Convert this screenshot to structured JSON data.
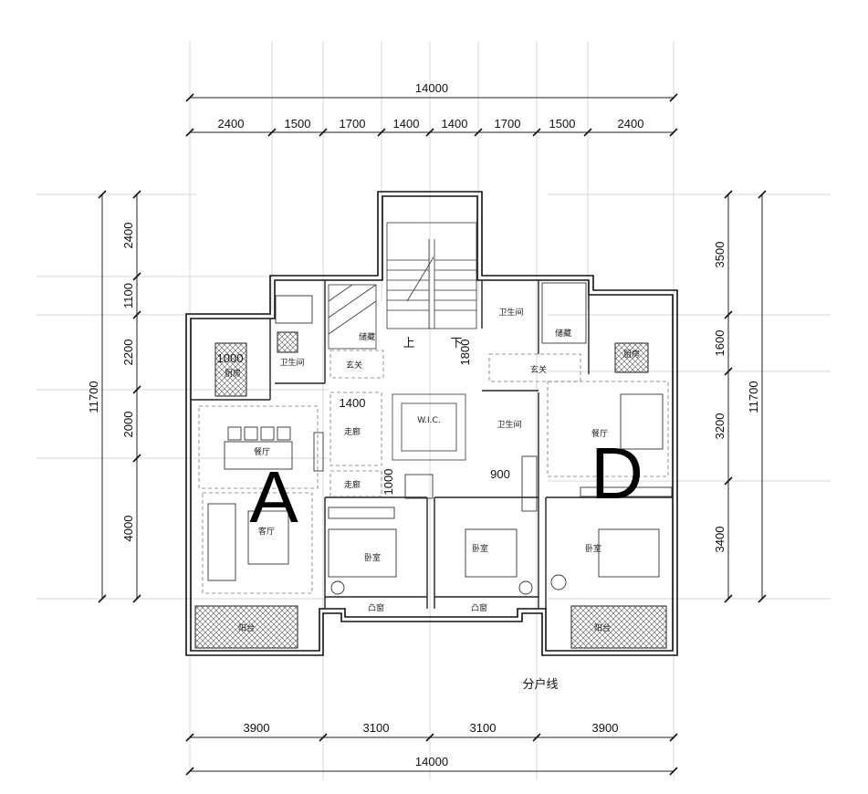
{
  "dimensions": {
    "top_total": "14000",
    "top_segments": [
      "2400",
      "1500",
      "1700",
      "1400",
      "1400",
      "1700",
      "1500",
      "2400"
    ],
    "bottom_segments": [
      "3900",
      "3100",
      "3100",
      "3900"
    ],
    "bottom_total": "14000",
    "left_total": "11700",
    "left_segments": [
      "2400",
      "1100",
      "2200",
      "2000",
      "4000"
    ],
    "right_total": "11700",
    "right_segments": [
      "3500",
      "1600",
      "3200",
      "3400"
    ]
  },
  "inner_dims": {
    "a_kitchen": "1000",
    "a_corridor": "1400",
    "a_hall": "1000",
    "d_stair": "1800",
    "d_bath": "900"
  },
  "unit_labels": {
    "a": "A",
    "d": "D"
  },
  "rooms": {
    "kitchen_a": "厨房",
    "bath_a": "卫生间",
    "storage_a": "储藏",
    "foyer_a": "玄关",
    "corridor_a1": "走廊",
    "corridor_a2": "走廊",
    "dining_a": "餐厅",
    "living_a": "客厅",
    "bedroom_a": "卧室",
    "bay_a": "凸窗",
    "balcony_a": "阳台",
    "stair_up": "上",
    "stair_down": "下",
    "wic": "W.I.C.",
    "bath_d_top": "卫生间",
    "storage_d": "储藏",
    "foyer_d": "玄关",
    "kitchen_d": "厨房",
    "bath_d": "卫生间",
    "dining_d": "餐厅",
    "bedroom_m": "卧室",
    "bedroom_d": "卧室",
    "bay_m": "凸窗",
    "balcony_d": "阳台"
  },
  "note": "分户线"
}
